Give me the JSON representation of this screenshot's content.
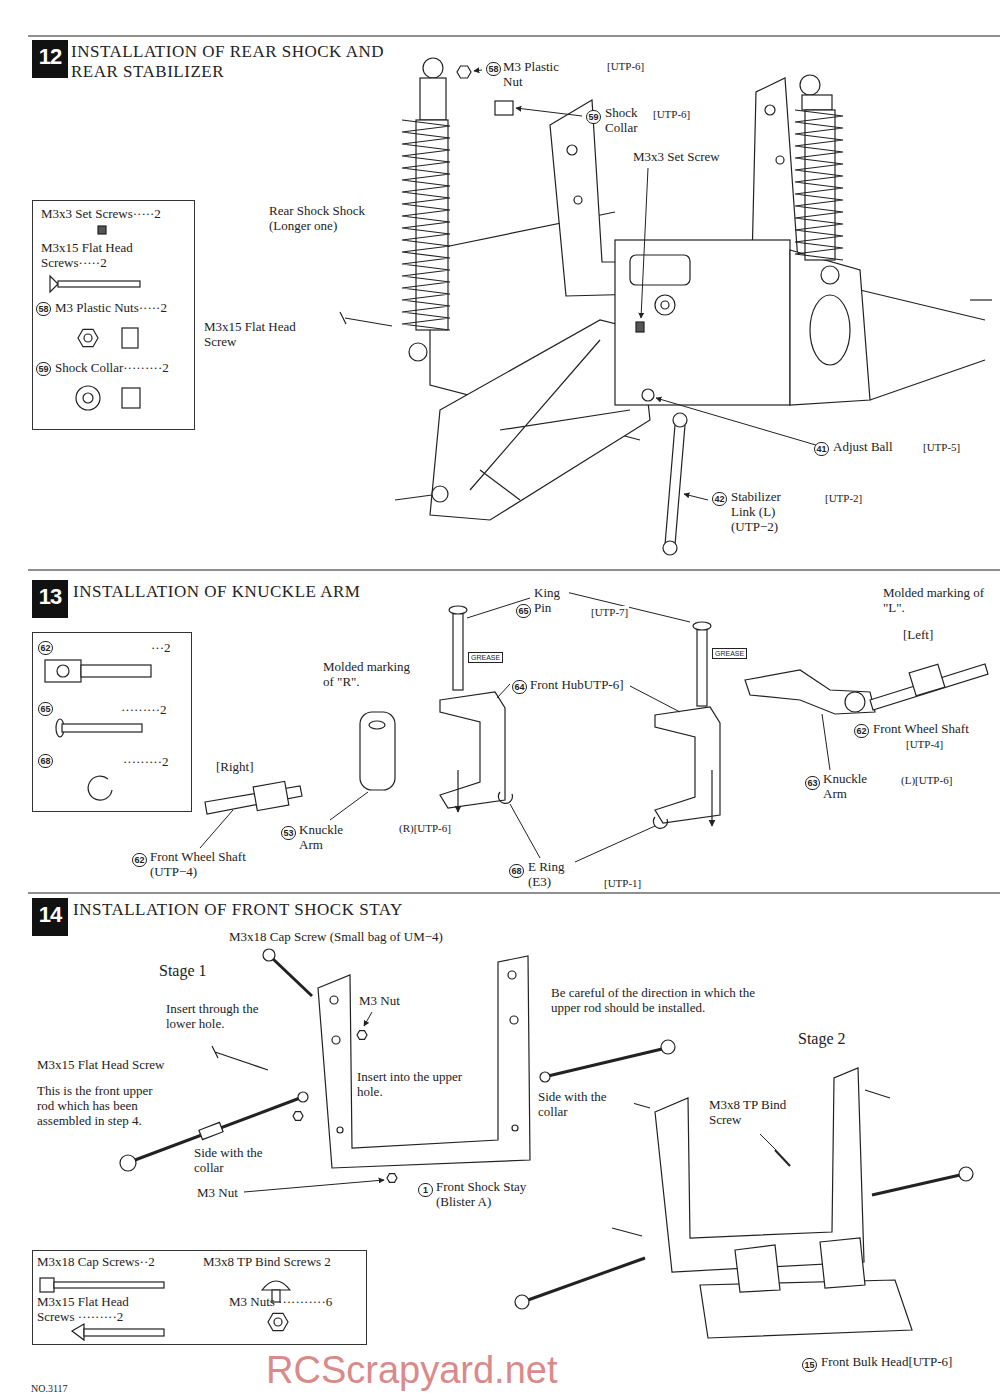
{
  "diagram": {
    "nodes": [
      {
        "text": [
          "12"
        ]
      },
      {
        "text": [
          "M3x3 Set Screws·····2",
          "M3x15 Flat Head Screws·····2",
          "M3 Plastic Nuts·····2",
          "Shock Collar·········2"
        ]
      },
      {
        "text": [
          "13"
        ]
      },
      {
        "text": [
          "···2",
          "·········2",
          "·········2"
        ]
      },
      {
        "text": [
          "14"
        ]
      },
      {
        "text": [
          "M3x18 Cap Screws··2",
          "M3x8 TP Bind Screws 2",
          "M3x15 Flat Head Screws ·········2",
          "M3 Nuts ···········6"
        ]
      }
    ],
    "labels": [
      "INSTALLATION OF REAR SHOCK AND REAR STABILIZER",
      "58",
      "M3 Plastic Nut",
      "[UTP-6]",
      "59",
      "Shock Collar",
      "[UTP-6]",
      "M3x3 Set Screw",
      "Rear Shock Shock (Longer one)",
      "M3x15 Flat Head Screw",
      "41",
      "Adjust Ball",
      "[UTP-5]",
      "42",
      "Stabilizer Link (L) (UTP−2)",
      "[UTP-2]",
      "INSTALLATION OF KNUCKLE ARM",
      "65",
      "King Pin",
      "[UTP-7]",
      "GREASE",
      "GREASE",
      "Molded marking of \"R\".",
      "64",
      "Front HubUTP-6]",
      "Molded marking of \"L\".",
      "[Left]",
      "62",
      "Front Wheel Shaft",
      "[UTP-4]",
      "[Right]",
      "63",
      "Knuckle Arm",
      "(L)[UTP-6]",
      "53",
      "Knuckle Arm",
      "(R)[UTP-6]",
      "62",
      "Front Wheel Shaft (UTP−4)",
      "68",
      "E Ring (E3)",
      "[UTP-1]",
      "INSTALLATION OF FRONT SHOCK STAY",
      "M3x18 Cap Screw (Small bag of UM−4)",
      "Stage 1",
      "Insert through the lower hole.",
      "M3 Nut",
      "Be careful of the direction in which the upper rod should be installed.",
      "Stage 2",
      "M3x15 Flat Head Screw",
      "This is the front upper rod which has been assembled in step 4.",
      "Insert into the upper hole.",
      "Side with the collar",
      "M3x8 TP Bind Screw",
      "Side with the collar",
      "M3 Nut",
      "1",
      "Front Shock Stay (Blister A)",
      "15",
      "Front Bulk Head[UTP-6]",
      "RCScrapyard.net",
      "NO.3117",
      "58",
      "59",
      "62",
      "65",
      "68"
    ]
  }
}
